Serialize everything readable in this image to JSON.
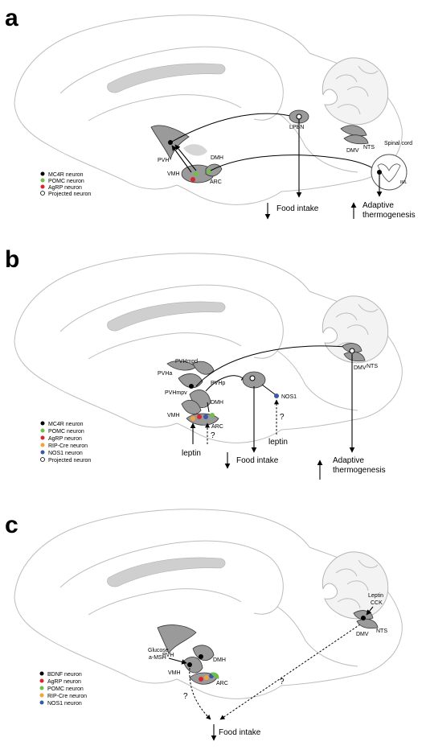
{
  "panels": {
    "a": {
      "label": "a",
      "regions": {
        "pvh": "PVH",
        "dmh": "DMH",
        "vmh": "VMH",
        "arc": "ARC",
        "lpbn": "LPBN",
        "dmv": "DMV",
        "nts": "NTS",
        "spinal_cord": "Spinal cord",
        "iml": "IML"
      },
      "legend": [
        "MC4R neuron",
        "POMC neuron",
        "AgRP neuron",
        "Projected neuron"
      ],
      "outputs": {
        "food_intake": "Food intake",
        "adaptive": "Adaptive",
        "thermogenesis": "thermogenesis"
      }
    },
    "b": {
      "label": "b",
      "regions": {
        "pvha": "PVHa",
        "pvhmpd": "PVHmpd",
        "pvhp": "PVHp",
        "pvhmpv": "PVHmpv",
        "dmh": "DMH",
        "vmh": "VMH",
        "arc": "ARC",
        "nos1": "NOS1",
        "dmv": "DMV",
        "nts": "NTS"
      },
      "legend": [
        "MC4R neuron",
        "POMC neuron",
        "AgRP neuron",
        "RIP-Cre neuron",
        "NOS1 neuron",
        "Projected neuron"
      ],
      "inputs": {
        "leptin_arc": "leptin",
        "leptin_hind": "leptin",
        "question": "?"
      },
      "outputs": {
        "food_intake": "Food intake",
        "adaptive": "Adaptive",
        "thermogenesis": "thermogenesis"
      }
    },
    "c": {
      "label": "c",
      "regions": {
        "pvh": "PVH",
        "dmh": "DMH",
        "vmh": "VMH",
        "arc": "ARC",
        "dmv": "DMV",
        "nts": "NTS"
      },
      "inputs": {
        "glucose": "Glucose",
        "amsh": "a-MSH",
        "leptin": "Leptin",
        "cck": "CCK",
        "question": "?"
      },
      "legend": [
        "BDNF neuron",
        "AgRP neuron",
        "POMC neuron",
        "RIP-Cre neuron",
        "NOS1 neuron"
      ],
      "outputs": {
        "food_intake": "Food intake"
      }
    }
  },
  "colors": {
    "mc4r": "#000000",
    "pomc": "#6fbf4a",
    "agrp": "#d9262e",
    "ripcre": "#f2a33a",
    "nos1": "#3a58a8"
  }
}
